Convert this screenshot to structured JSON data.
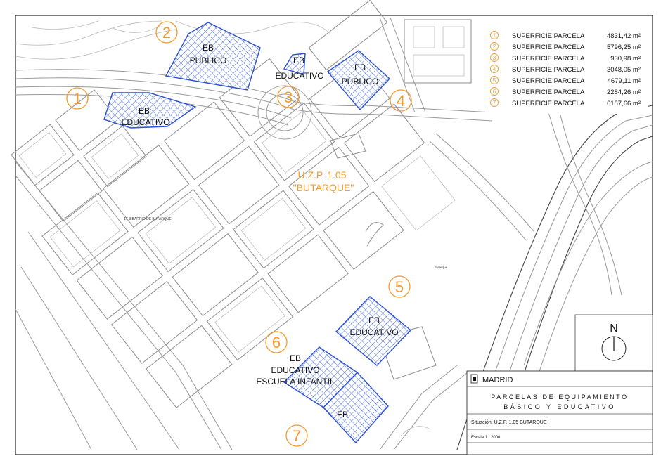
{
  "parcels": [
    {
      "num": "1",
      "label": "SUPERFICIE PARCELA",
      "area": "4831,42 m²"
    },
    {
      "num": "2",
      "label": "SUPERFICIE PARCELA",
      "area": "5796,25 m²"
    },
    {
      "num": "3",
      "label": "SUPERFICIE PARCELA",
      "area": "930,98 m²"
    },
    {
      "num": "4",
      "label": "SUPERFICIE PARCELA",
      "area": "3048,05 m²"
    },
    {
      "num": "5",
      "label": "SUPERFICIE PARCELA",
      "area": "4679,11 m²"
    },
    {
      "num": "6",
      "label": "SUPERFICIE PARCELA",
      "area": "2284,26 m²"
    },
    {
      "num": "7",
      "label": "SUPERFICIE PARCELA",
      "area": "6187,66 m²"
    }
  ],
  "map_labels": {
    "eb": "EB",
    "publico": "PÚBLICO",
    "educativo": "EDUCATIVO",
    "escuela_infantil": "ESCUELA INFANTIL",
    "uzp_code": "U.Z.P. 1.05",
    "uzp_name": "\"BUTARQUE\"",
    "barrio": "17-3 BARRIO DE BUTARQUE",
    "butarque_small": "Butarque"
  },
  "north": "N",
  "title_block": {
    "city": "MADRID",
    "title_line1": "PARCELAS DE EQUIPAMIENTO",
    "title_line2": "BÁSICO Y EDUCATIVO",
    "situacion": "Situación: U.Z.P. 1.05 BUTARQUE",
    "escala": "Escala 1 : 2000"
  },
  "colors": {
    "parcel_outline": "#2a4fd0",
    "number_accent": "#f39a2b"
  }
}
